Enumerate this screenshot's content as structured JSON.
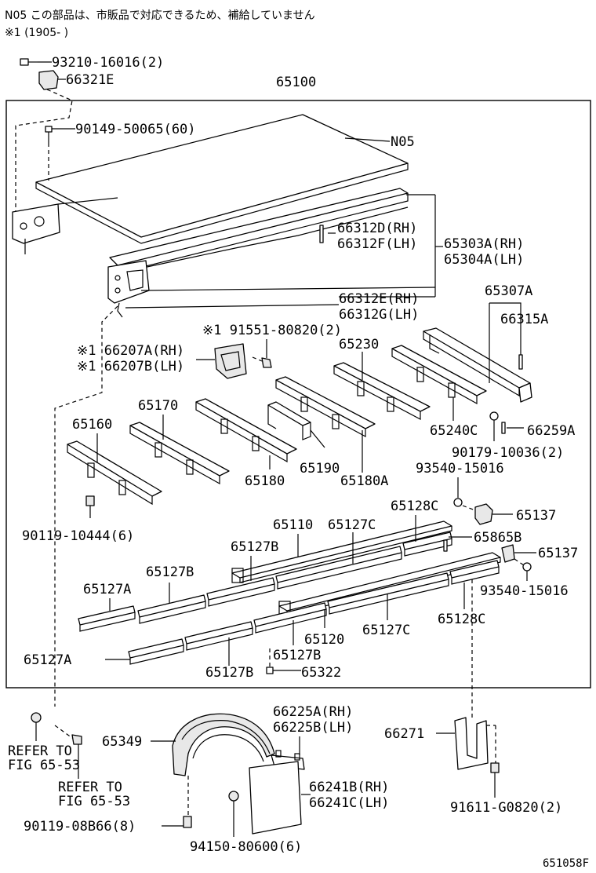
{
  "notes": {
    "line1": "N05 この部品は、市販品で対応できるため、補給していません",
    "line2": "※1 (1905-      )"
  },
  "footer_code": "651058F",
  "labels": {
    "p93210": "93210-16016(2)",
    "p66321E": "66321E",
    "p65100": "65100",
    "p90149": "90149-50065(60)",
    "pN05": "N05",
    "p66312D": "66312D(RH)",
    "p66312F": "66312F(LH)",
    "p65303A": "65303A(RH)",
    "p65304A": "65304A(LH)",
    "p66312E": "66312E(RH)",
    "p66312G": "66312G(LH)",
    "p65307A": "65307A",
    "p66315A": "66315A",
    "p91551": "※1 91551-80820(2)",
    "p66207A": "※1 66207A(RH)",
    "p66207B": "※1 66207B(LH)",
    "p65230": "65230",
    "p65170": "65170",
    "p65160": "65160",
    "p65240C": "65240C",
    "p66259A": "66259A",
    "p90179": "90179-10036(2)",
    "p65190": "65190",
    "p65180": "65180",
    "p65180A": "65180A",
    "p93540a": "93540-15016",
    "p90119a": "90119-10444(6)",
    "p65128Ca": "65128C",
    "p65137a": "65137",
    "p65110": "65110",
    "p65127Ca": "65127C",
    "p65865B": "65865B",
    "p65127Ba": "65127B",
    "p65137b": "65137",
    "p65127Bb": "65127B",
    "p93540b": "93540-15016",
    "p65127Aa": "65127A",
    "p65120": "65120",
    "p65127Cb": "65127C",
    "p65128Cb": "65128C",
    "p65127Ab": "65127A",
    "p65127Bc": "65127B",
    "p65127Bd": "65127B",
    "p65322": "65322",
    "p66225A": "66225A(RH)",
    "p66225B": "66225B(LH)",
    "p65349": "65349",
    "p66271": "66271",
    "refer1a": "REFER TO",
    "refer1b": "FIG 65-53",
    "refer2a": "REFER TO",
    "refer2b": "FIG 65-53",
    "p66241B": "66241B(RH)",
    "p66241C": "66241C(LH)",
    "p90119b": "90119-08B66(8)",
    "p94150": "94150-80600(6)",
    "p91611": "91611-G0820(2)"
  }
}
